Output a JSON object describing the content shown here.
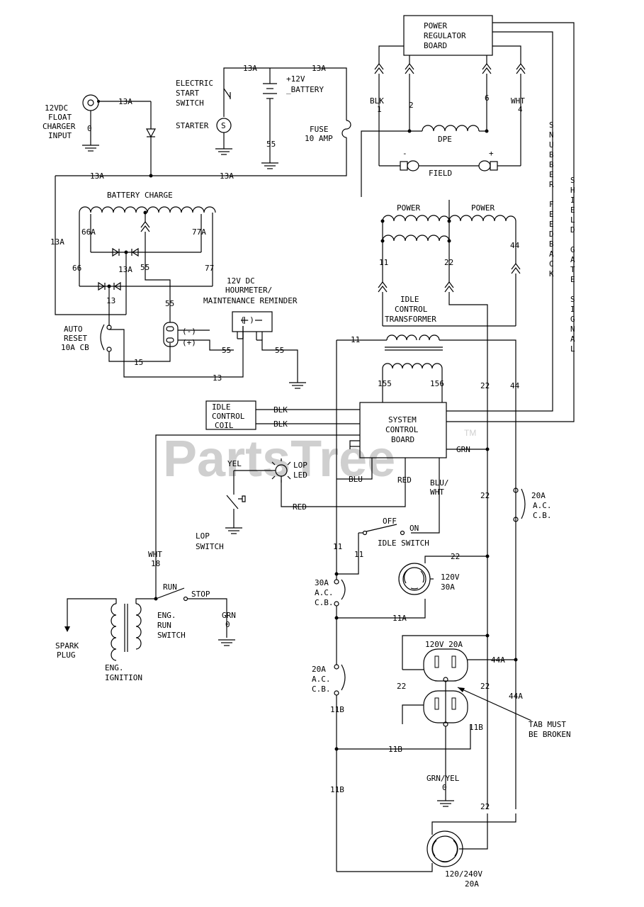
{
  "watermark": {
    "text": "PartsTree",
    "tm": "TM"
  },
  "labels": {
    "power_regulator_board": [
      "POWER",
      "REGULATOR",
      "BOARD"
    ],
    "float_charger": [
      "12VDC",
      "FLOAT",
      "CHARGER",
      "INPUT"
    ],
    "float_charger_zero": "0",
    "electric_start_switch": [
      "ELECTRIC",
      "START",
      "SWITCH"
    ],
    "starter": "STARTER",
    "starter_symbol": "S",
    "battery": [
      "+12V",
      "_BATTERY"
    ],
    "fuse": [
      "FUSE",
      "10 AMP"
    ],
    "battery_charge": "BATTERY CHARGE",
    "hourmeter": [
      "12V DC",
      "HOURMETER/",
      "MAINTENANCE REMINDER"
    ],
    "auto_reset": [
      "AUTO",
      "RESET",
      "10A CB"
    ],
    "hourmeter_pol": [
      "(-)",
      "(+)"
    ],
    "blk1": [
      "BLK",
      "1"
    ],
    "w2": "2",
    "w6": "6",
    "wht4": [
      "WHT",
      "4"
    ],
    "dpe": "DPE",
    "field": "FIELD",
    "field_pol": [
      "-",
      "+"
    ],
    "snubber_feedback": [
      "S",
      "N",
      "U",
      "B",
      "B",
      "E",
      "R",
      "",
      "F",
      "E",
      "E",
      "D",
      "B",
      "A",
      "C",
      "K"
    ],
    "shield_gate_signal": [
      "S",
      "H",
      "I",
      "E",
      "L",
      "D",
      "",
      "G",
      "A",
      "T",
      "E",
      "",
      "S",
      "I",
      "G",
      "N",
      "A",
      "L"
    ],
    "power_left": "POWER",
    "power_right": "POWER",
    "idle_control_transformer": [
      "IDLE",
      "CONTROL",
      "TRANSFORMER"
    ],
    "idle_control_coil": [
      "IDLE",
      "CONTROL",
      "COIL"
    ],
    "system_control_board": [
      "SYSTEM",
      "CONTROL",
      "BOARD"
    ],
    "blk_a": "BLK",
    "blk_b": "BLK",
    "grn": "GRN",
    "yel": "YEL",
    "lop_led": [
      "LOP",
      "LED"
    ],
    "blu": "BLU",
    "red_a": "RED",
    "red_b": "RED",
    "blu_wht": [
      "BLU/",
      "WHT"
    ],
    "lop_switch": [
      "LOP",
      "SWITCH"
    ],
    "off": "OFF",
    "on": "ON",
    "idle_switch": "IDLE SWITCH",
    "cb_30a": [
      "30A",
      "A.C.",
      "C.B."
    ],
    "cb_20a_left": [
      "20A",
      "A.C.",
      "C.B."
    ],
    "cb_20a_right": [
      "20A",
      "A.C.",
      "C.B."
    ],
    "r120v_30a": [
      "120V",
      "30A"
    ],
    "r120v_20a": "120V  20A",
    "tab_broken": [
      "TAB MUST",
      "BE BROKEN"
    ],
    "grn_yel": [
      "GRN/YEL",
      "0"
    ],
    "r120_240": [
      "120/240V",
      "20A"
    ],
    "wht18": [
      "WHT",
      "18"
    ],
    "run": "RUN",
    "stop": "STOP",
    "eng_run_switch": [
      "ENG.",
      "RUN",
      "SWITCH"
    ],
    "grn0": [
      "GRN",
      "0"
    ],
    "spark_plug": [
      "SPARK",
      "PLUG"
    ],
    "eng_ignition": [
      "ENG.",
      "IGNITION"
    ],
    "wires": {
      "w13a": "13A",
      "w13": "13",
      "w15": "15",
      "w55": "55",
      "w66": "66",
      "w66a": "66A",
      "w77": "77",
      "w77a": "77A",
      "w11": "11",
      "w11a": "11A",
      "w11b": "11B",
      "w22": "22",
      "w44": "44",
      "w44a": "44A",
      "w155": "155",
      "w156": "156"
    }
  }
}
